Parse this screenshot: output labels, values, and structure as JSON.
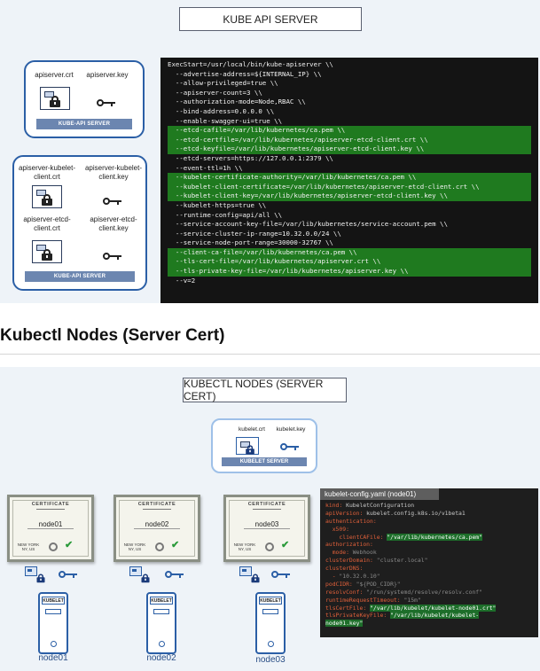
{
  "slide1": {
    "title": "KUBE API SERVER",
    "apiserver_box": {
      "crt_label": "apiserver.crt",
      "key_label": "apiserver.key",
      "footer": "KUBE-API SERVER"
    },
    "kubelet_client_box": {
      "crt_label_1": "apiserver-kubelet-",
      "crt_label_2": "client.crt",
      "key_label_1": "apiserver-kubelet-",
      "key_label_2": "client.key",
      "etcd_crt_label_1": "apiserver-etcd-",
      "etcd_crt_label_2": "client.crt",
      "etcd_key_label_1": "apiserver-etcd-",
      "etcd_key_label_2": "client.key",
      "footer": "KUBE-API SERVER"
    },
    "terminal_lines": [
      {
        "text": "ExecStart=/usr/local/bin/kube-apiserver \\\\",
        "hl": false
      },
      {
        "text": "  --advertise-address=${INTERNAL_IP} \\\\",
        "hl": false
      },
      {
        "text": "  --allow-privileged=true \\\\",
        "hl": false
      },
      {
        "text": "  --apiserver-count=3 \\\\",
        "hl": false
      },
      {
        "text": "  --authorization-mode=Node,RBAC \\\\",
        "hl": false
      },
      {
        "text": "  --bind-address=0.0.0.0 \\\\",
        "hl": false
      },
      {
        "text": "  --enable-swagger-ui=true \\\\",
        "hl": false
      },
      {
        "text": "  --etcd-cafile=/var/lib/kubernetes/ca.pem \\\\",
        "hl": true
      },
      {
        "text": "  --etcd-certfile=/var/lib/kubernetes/apiserver-etcd-client.crt \\\\",
        "hl": true
      },
      {
        "text": "  --etcd-keyfile=/var/lib/kubernetes/apiserver-etcd-client.key \\\\",
        "hl": true
      },
      {
        "text": "  --etcd-servers=https://127.0.0.1:2379 \\\\",
        "hl": false
      },
      {
        "text": "  --event-ttl=1h \\\\",
        "hl": false
      },
      {
        "text": "  --kubelet-certificate-authority=/var/lib/kubernetes/ca.pem \\\\",
        "hl": true
      },
      {
        "text": "  --kubelet-client-certificate=/var/lib/kubernetes/apiserver-etcd-client.crt \\\\",
        "hl": true
      },
      {
        "text": "  --kubelet-client-key=/var/lib/kubernetes/apiserver-etcd-client.key \\\\",
        "hl": true
      },
      {
        "text": "  --kubelet-https=true \\\\",
        "hl": false
      },
      {
        "text": "  --runtime-config=api/all \\\\",
        "hl": false
      },
      {
        "text": "  --service-account-key-file=/var/lib/kubernetes/service-account.pem \\\\",
        "hl": false
      },
      {
        "text": "  --service-cluster-ip-range=10.32.0.0/24 \\\\",
        "hl": false
      },
      {
        "text": "  --service-node-port-range=30000-32767 \\\\",
        "hl": false
      },
      {
        "text": "  --client-ca-file=/var/lib/kubernetes/ca.pem \\\\",
        "hl": true
      },
      {
        "text": "  --tls-cert-file=/var/lib/kubernetes/apiserver.crt \\\\",
        "hl": true
      },
      {
        "text": "  --tls-private-key-file=/var/lib/kubernetes/apiserver.key \\\\",
        "hl": true
      },
      {
        "text": "  --v=2",
        "hl": false
      }
    ]
  },
  "section_heading": "Kubectl Nodes (Server Cert)",
  "slide2": {
    "title": "KUBECTL NODES (SERVER CERT)",
    "kubelet_box": {
      "crt_label": "kubelet.crt",
      "key_label": "kubelet.key",
      "footer": "KUBELET SERVER"
    },
    "certificates": [
      {
        "heading": "CERTIFICATE",
        "name": "node01",
        "location_1": "NEW YORK",
        "location_2": "NY, US"
      },
      {
        "heading": "CERTIFICATE",
        "name": "node02",
        "location_1": "NEW YORK",
        "location_2": "NY, US"
      },
      {
        "heading": "CERTIFICATE",
        "name": "node03",
        "location_1": "NEW YORK",
        "location_2": "NY, US"
      }
    ],
    "nodes": [
      {
        "tower_label": "KUBELET",
        "name": "node01"
      },
      {
        "tower_label": "KUBELET",
        "name": "node02"
      },
      {
        "tower_label": "KUBELET",
        "name": "node03"
      }
    ],
    "yaml": {
      "title": "kubelet-config.yaml (node01)",
      "lines": [
        [
          {
            "t": "kind: ",
            "c": "k"
          },
          {
            "t": "KubeletConfiguration",
            "c": "v"
          }
        ],
        [
          {
            "t": "apiVersion: ",
            "c": "k"
          },
          {
            "t": "kubelet.config.k8s.io/v1beta1",
            "c": "v"
          }
        ],
        [
          {
            "t": "authentication:",
            "c": "k"
          }
        ],
        [
          {
            "t": "  x509:",
            "c": "k"
          }
        ],
        [
          {
            "t": "    clientCAFile: ",
            "c": "k"
          },
          {
            "t": "\"/var/lib/kubernetes/ca.pem\"",
            "c": "g"
          }
        ],
        [
          {
            "t": "authorization:",
            "c": "k"
          }
        ],
        [
          {
            "t": "  mode: ",
            "c": "k"
          },
          {
            "t": "Webhook",
            "c": "d"
          }
        ],
        [
          {
            "t": "clusterDomain: ",
            "c": "k"
          },
          {
            "t": "\"cluster.local\"",
            "c": "d"
          }
        ],
        [
          {
            "t": "clusterDNS:",
            "c": "k"
          }
        ],
        [
          {
            "t": "  - ",
            "c": "k"
          },
          {
            "t": "\"10.32.0.10\"",
            "c": "d"
          }
        ],
        [
          {
            "t": "podCIDR: ",
            "c": "k"
          },
          {
            "t": "\"${POD_CIDR}\"",
            "c": "d"
          }
        ],
        [
          {
            "t": "resolvConf: ",
            "c": "k"
          },
          {
            "t": "\"/run/systemd/resolve/resolv.conf\"",
            "c": "d"
          }
        ],
        [
          {
            "t": "runtimeRequestTimeout: ",
            "c": "k"
          },
          {
            "t": "\"15m\"",
            "c": "d"
          }
        ],
        [
          {
            "t": "tlsCertFile: ",
            "c": "k"
          },
          {
            "t": "\"/var/lib/kubelet/kubelet-node01.crt\"",
            "c": "g"
          }
        ],
        [
          {
            "t": "tlsPrivateKeyFile: ",
            "c": "k"
          },
          {
            "t": "\"/var/lib/kubelet/kubelet-",
            "c": "g"
          }
        ],
        [
          {
            "t": "node01.key\"",
            "c": "g"
          }
        ]
      ]
    }
  }
}
